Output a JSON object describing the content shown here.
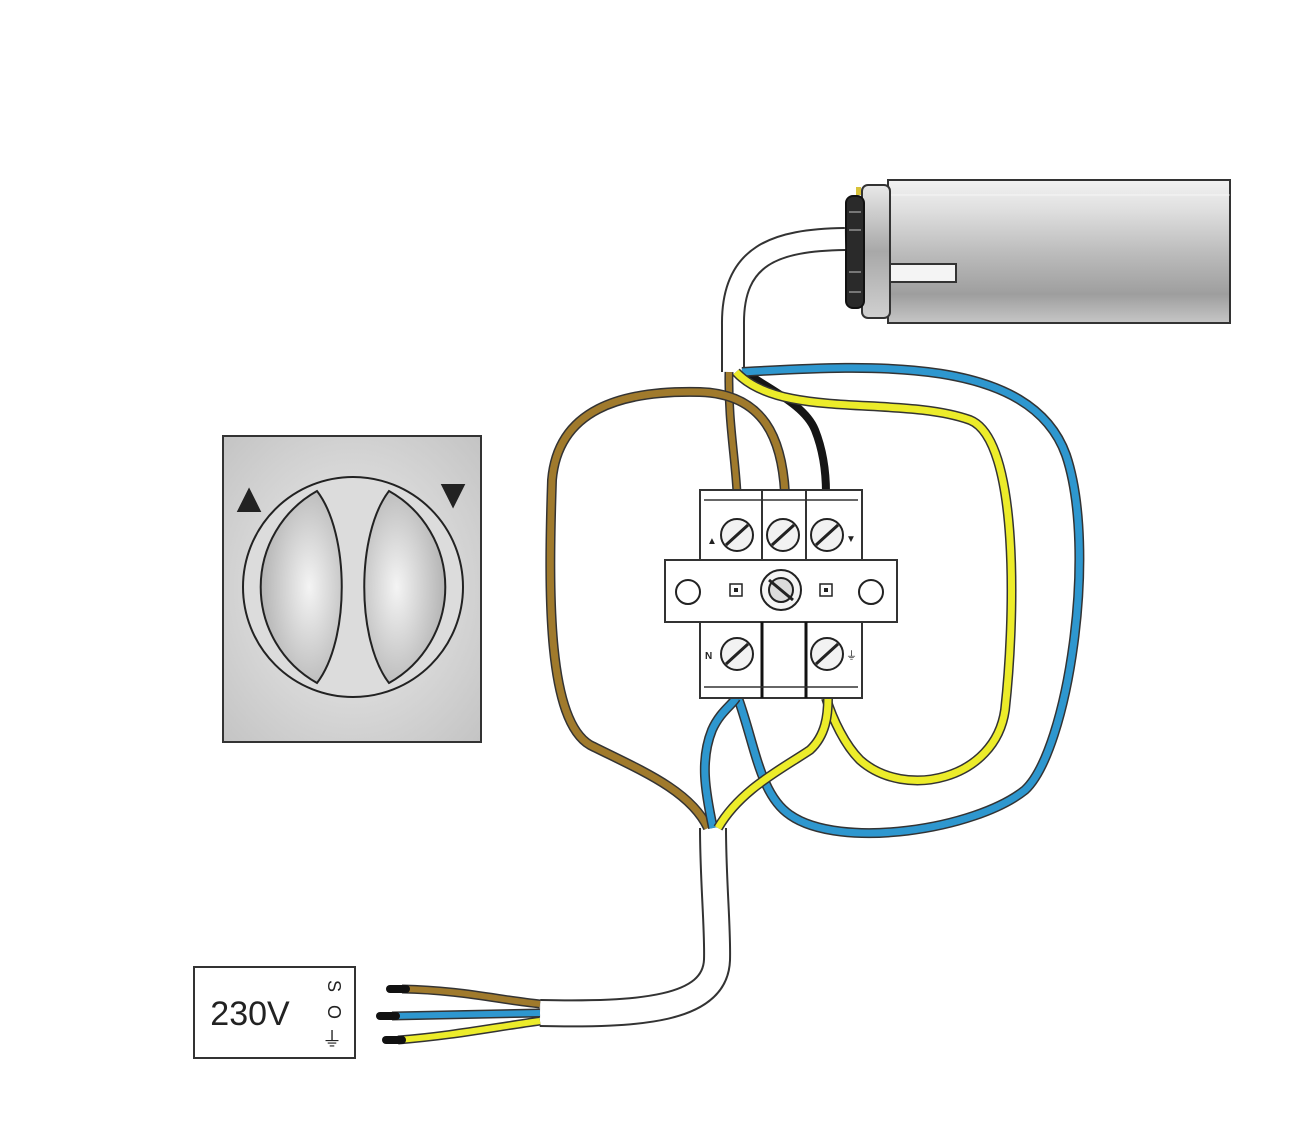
{
  "supply_label": {
    "voltage": "230V",
    "symbols": [
      "S",
      "O",
      "⏚"
    ]
  },
  "switch": {
    "up_symbol": "▲",
    "down_symbol": "▼"
  },
  "terminal_block": {
    "top_marks": [
      "▲",
      "▼"
    ],
    "bottom_marks": [
      "N",
      "⏚"
    ]
  },
  "colors": {
    "brown": "#a07a2c",
    "blue": "#2e97cf",
    "yellow": "#ecec2a",
    "black": "#151515",
    "cable_white": "#ffffff",
    "outline": "#333333",
    "panel_gray": "#d2d2d2"
  }
}
